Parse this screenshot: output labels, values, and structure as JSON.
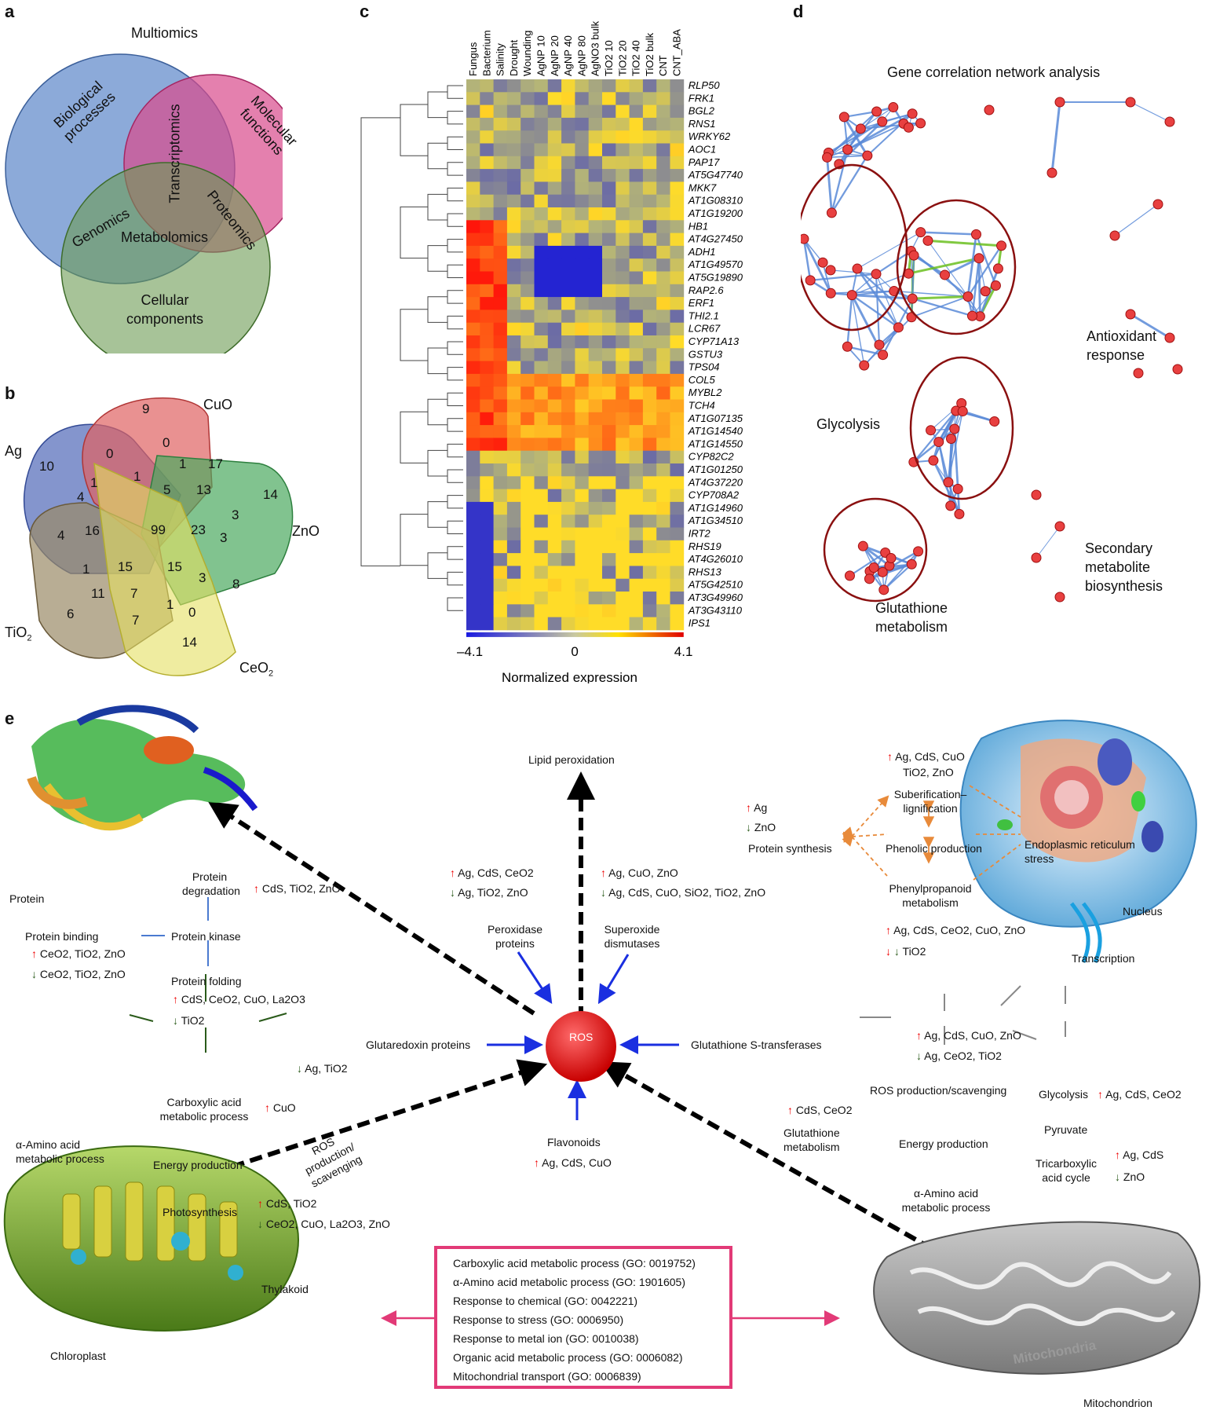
{
  "panel_a": {
    "letter": "a",
    "title": "Multiomics",
    "circles": {
      "bio": {
        "label": "Biological processes",
        "color": "#5b86c9"
      },
      "mol": {
        "label": "Molecular functions",
        "color": "#d84a8c"
      },
      "cell": {
        "label": "Cellular components",
        "color": "#6d9b54"
      }
    },
    "overlaps": [
      "Transcriptomics",
      "Genomics",
      "Proteomics",
      "Metabolomics"
    ]
  },
  "panel_b": {
    "letter": "b",
    "sets": [
      "Ag",
      "CuO",
      "ZnO",
      "TiO2",
      "CeO2"
    ],
    "tio2_label": {
      "base": "TiO",
      "sub": "2"
    },
    "ceo2_label": {
      "base": "CeO",
      "sub": "2"
    },
    "numbers": [
      "10",
      "9",
      "14",
      "6",
      "14",
      "0",
      "0",
      "1",
      "17",
      "4",
      "1",
      "1",
      "5",
      "13",
      "3",
      "4",
      "16",
      "99",
      "23",
      "3",
      "1",
      "15",
      "15",
      "3",
      "8",
      "11",
      "7",
      "1",
      "0",
      "7"
    ]
  },
  "panel_c": {
    "letter": "c",
    "columns": [
      "Fungus",
      "Bacterium",
      "Salinity",
      "Drought",
      "Wounding",
      "AgNP 10",
      "AgNP 20",
      "AgNP 40",
      "AgNP 80",
      "AgNO3 bulk",
      "TiO2 10",
      "TiO2 20",
      "TiO2 40",
      "TiO2 bulk",
      "CNT",
      "CNT_ABA"
    ],
    "genes": [
      "RLP50",
      "FRK1",
      "BGL2",
      "RNS1",
      "WRKY62",
      "AOC1",
      "PAP17",
      "AT5G47740",
      "MKK7",
      "AT1G08310",
      "AT1G19200",
      "HB1",
      "AT4G27450",
      "ADH1",
      "AT1G49570",
      "AT5G19890",
      "RAP2.6",
      "ERF1",
      "THI2.1",
      "LCR67",
      "CYP71A13",
      "GSTU3",
      "TPS04",
      "COL5",
      "MYBL2",
      "TCH4",
      "AT1G07135",
      "AT1G14540",
      "AT1G14550",
      "CYP82C2",
      "AT1G01250",
      "AT4G37220",
      "CYP708A2",
      "AT1G14960",
      "AT1G34510",
      "IRT2",
      "RHS19",
      "AT4G26010",
      "RHS13",
      "AT5G42510",
      "AT3G49960",
      "AT3G43110",
      "IPS1"
    ],
    "scale_min": "–4.1",
    "scale_mid": "0",
    "scale_max": "4.1",
    "scale_label": "Normalized expression"
  },
  "panel_d": {
    "letter": "d",
    "title": "Gene correlation network analysis",
    "modules": [
      "Glycolysis",
      "Antioxidant response",
      "Secondary metabolite biosynthesis",
      "Glutathione metabolism"
    ]
  },
  "panel_e": {
    "letter": "e",
    "center": "ROS",
    "lipid": "Lipid peroxidation",
    "protein": "Protein",
    "protein_degradation": "Protein degradation",
    "protein_degradation_up": "CdS, TiO2, ZnO",
    "protein_binding": "Protein binding",
    "protein_binding_up": "CeO2, TiO2, ZnO",
    "protein_binding_down": "CeO2, TiO2, ZnO",
    "protein_kinase": "Protein kinase",
    "protein_folding": "Protein folding",
    "protein_folding_up": "CdS, CeO2, CuO, La2O3",
    "protein_folding_down": "TiO2",
    "peroxidase": "Peroxidase proteins",
    "peroxidase_up": "Ag, CdS, CeO2",
    "peroxidase_down": "Ag, TiO2, ZnO",
    "sod": "Superoxide dismutases",
    "sod_up": "Ag, CuO, ZnO",
    "sod_down": "Ag, CdS, CuO, SiO2, TiO2, ZnO",
    "glutaredoxin": "Glutaredoxin proteins",
    "gst": "Glutathione S-transferases",
    "flavonoids": "Flavonoids",
    "flavonoids_up": "Ag, CdS, CuO",
    "cell_up1": "Ag",
    "cell_down1": "ZnO",
    "protein_synthesis": "Protein synthesis",
    "suberification": "Suberification–lignification",
    "suberification_up": "Ag, CdS, CuO",
    "suberification_up2": "TiO2, ZnO",
    "phenolic": "Phenolic production",
    "phenylpropanoid": "Phenylpropanoid metabolism",
    "phenylpropanoid_up": "Ag, CdS, CeO2, CuO, ZnO",
    "phenylpropanoid_down": "TiO2",
    "er_stress": "Endoplasmic reticulum stress",
    "nucleus": "Nucleus",
    "transcription": "Transcription",
    "chl_down": "Ag, TiO2",
    "carboxylic": "Carboxylic acid metabolic process",
    "carboxylic_up": "CuO",
    "amino_left": "α-Amino acid metabolic process",
    "energy_left": "Energy production",
    "ros_prod_left": "ROS production/ scavenging",
    "photosynthesis": "Photosynthesis",
    "photo_up": "CdS, TiO2",
    "photo_down": "CeO2, CuO, La2O3, ZnO",
    "thylakoid": "Thylakoid",
    "chloroplast": "Chloroplast",
    "mito_up": "Ag, CdS, CuO, ZnO",
    "mito_down": "Ag, CeO2, TiO2",
    "ros_prod_right": "ROS production/scavenging",
    "glycolysis": "Glycolysis",
    "glycolysis_up": "Ag, CdS, CeO2",
    "glutathione_up": "CdS, CeO2",
    "glutathione": "Glutathione metabolism",
    "energy_right": "Energy production",
    "pyruvate": "Pyruvate",
    "tca": "Tricarboxylic acid cycle",
    "tca_up": "Ag, CdS",
    "tca_down": "ZnO",
    "amino_right": "α-Amino acid metabolic process",
    "mitochondrion": "Mitochondrion",
    "mito_watermark": "Mitochondria",
    "go_terms": [
      "Carboxylic acid metabolic process (GO: 0019752)",
      "α-Amino acid metabolic process (GO: 1901605)",
      "Response to chemical (GO: 0042221)",
      "Response to stress (GO: 0006950)",
      "Response to metal ion (GO: 0010038)",
      "Organic acid metabolic process (GO: 0006082)",
      "Mitochondrial transport (GO: 0006839)"
    ]
  }
}
